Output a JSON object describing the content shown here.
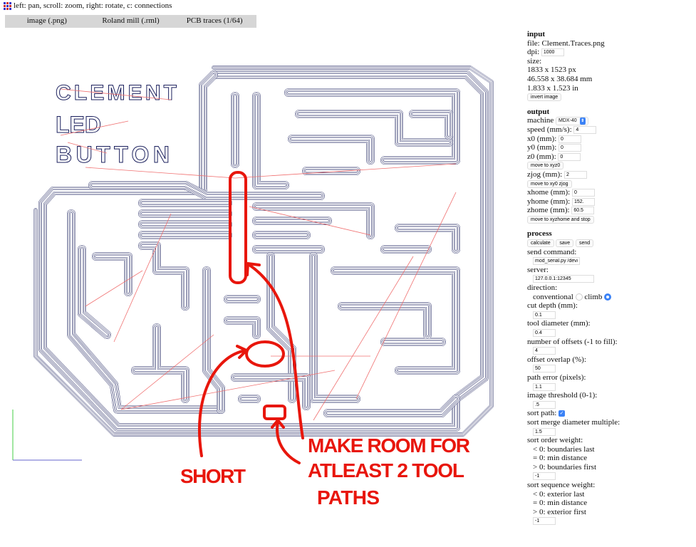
{
  "header": {
    "hint": "left: pan, scroll: zoom, right: rotate, c: connections",
    "menu": [
      "image (.png)",
      "Roland mill (.rml)",
      "PCB traces (1/64)"
    ]
  },
  "input": {
    "title": "input",
    "file": "file: Clement.Traces.png",
    "dpi_label": "dpi:",
    "dpi": "1000",
    "size_label": "size:",
    "size_px": "1833 x 1523 px",
    "size_mm": "46.558 x 38.684 mm",
    "size_in": "1.833 x 1.523 in",
    "invert_button": "invert image"
  },
  "output": {
    "title": "output",
    "machine_label": "machine",
    "machine": "MDX-40",
    "speed_label": "speed (mm/s):",
    "speed": "4",
    "x0_label": "x0 (mm):",
    "x0": "0",
    "y0_label": "y0 (mm):",
    "y0": "0",
    "z0_label": "z0 (mm):",
    "z0": "0",
    "move_xyz0": "move to xyz0",
    "zjog_label": "zjog (mm):",
    "zjog": "2",
    "move_xy0": "move to xy0 zjog",
    "xhome_label": "xhome (mm):",
    "xhome": "0",
    "yhome_label": "yhome (mm):",
    "yhome": "152.",
    "zhome_label": "zhome (mm):",
    "zhome": "60.5",
    "move_home": "move to xyzhome and stop"
  },
  "process": {
    "title": "process",
    "calculate": "calculate",
    "save": "save",
    "send": "send",
    "send_command_label": "send command:",
    "send_command": "mod_serial.py /dev/ttyU",
    "server_label": "server:",
    "server": "127.0.0.1:12345",
    "direction_label": "direction:",
    "conventional": "conventional",
    "climb": "climb",
    "cut_depth_label": "cut depth (mm):",
    "cut_depth": "0.1",
    "tool_diameter_label": "tool diameter (mm):",
    "tool_diameter": "0.4",
    "offsets_label": "number of offsets (-1 to fill):",
    "offsets": "4",
    "overlap_label": "offset overlap (%):",
    "overlap": "50",
    "path_error_label": "path error (pixels):",
    "path_error": "1.1",
    "threshold_label": "image threshold (0-1):",
    "threshold": ".5",
    "sort_path_label": "sort path:",
    "merge_label": "sort merge diameter multiple:",
    "merge": "1.5",
    "order_label": "sort order weight:",
    "order_opts": [
      "< 0: boundaries last",
      "= 0: min distance",
      "> 0: boundaries first"
    ],
    "order": "-1",
    "sequence_label": "sort sequence weight:",
    "sequence_opts": [
      "< 0: exterior last",
      "= 0: min distance",
      "> 0: exterior first"
    ],
    "sequence": "-1"
  },
  "logo_text": [
    "CLEMENT",
    "LED",
    "BUTTON"
  ],
  "annotations": {
    "short": "SHORT",
    "line1": "MAKE ROOM FOR",
    "line2": "ATLEAST 2 TOOL",
    "line3": "PATHS"
  },
  "colors": {
    "trace": "#1a1f5c",
    "annotation": "#e8160c",
    "accent": "#3b82f6"
  }
}
